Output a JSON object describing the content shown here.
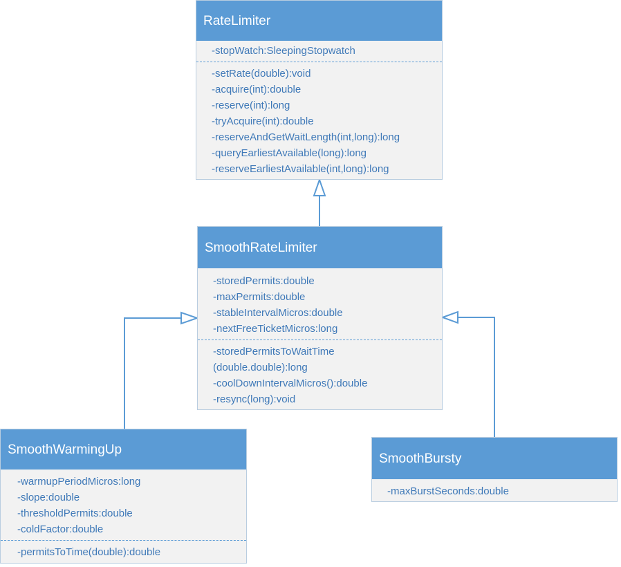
{
  "classes": {
    "rate_limiter": {
      "name": "RateLimiter",
      "fields": [
        "-stopWatch:SleepingStopwatch"
      ],
      "methods": [
        "-setRate(double):void",
        "-acquire(int):double",
        "-reserve(int):long",
        "-tryAcquire(int):double",
        "-reserveAndGetWaitLength(int,long):long",
        "-queryEarliestAvailable(long):long",
        "-reserveEarliestAvailable(int,long):long"
      ]
    },
    "smooth_rate_limiter": {
      "name": "SmoothRateLimiter",
      "fields": [
        "-storedPermits:double",
        "-maxPermits:double",
        "-stableIntervalMicros:double",
        "-nextFreeTicketMicros:long"
      ],
      "methods": [
        "-storedPermitsToWaitTime",
        "(double.double):long",
        "-coolDownIntervalMicros():double",
        "-resync(long):void"
      ]
    },
    "smooth_warming_up": {
      "name": "SmoothWarmingUp",
      "fields": [
        "-warmupPeriodMicros:long",
        "-slope:double",
        "-thresholdPermits:double",
        "-coldFactor:double"
      ],
      "methods": [
        "-permitsToTime(double):double"
      ]
    },
    "smooth_bursty": {
      "name": "SmoothBursty",
      "fields": [
        "-maxBurstSeconds:double"
      ],
      "methods": []
    }
  },
  "colors": {
    "header": "#5b9bd5",
    "body": "#f2f2f2",
    "text": "#3f79b8",
    "line": "#5b9bd5"
  }
}
